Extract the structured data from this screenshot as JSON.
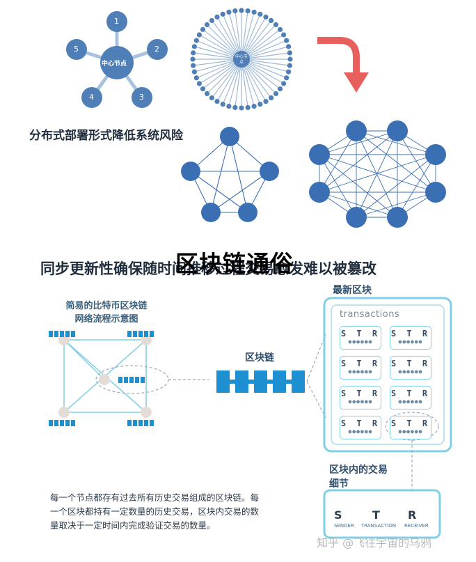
{
  "diagram": {
    "hub_center_label": "中心节点",
    "hub_numbers": [
      "1",
      "2",
      "3",
      "4",
      "5"
    ],
    "starburst_center_label": "中心节点",
    "caption_top": "分布式部署形式降低系统风险",
    "title": "区块链通俗",
    "subtitle": "同步更新性确保随时间推移过程交易愈发难以被篡改",
    "simple_network_title_line1": "简易的比特币区块链",
    "simple_network_title_line2": "网络流程示意图",
    "blockchain_label": "区块链",
    "newest_block_label": "最新区块",
    "transactions_label": "transactions",
    "card_letters": "S T R",
    "card_dots": "●●●●●●",
    "detail_label_line1": "区块内的交易",
    "detail_label_line2": "细节",
    "detail_letters": [
      "S",
      "T",
      "R"
    ],
    "detail_sublabels": [
      "SENDER",
      "TRANSACTION",
      "RECEIVER"
    ],
    "paragraph": "每一个节点都存有过去所有历史交易组成的区块链。每一个区块都持有一定数量的历史交易，区块内交易的数量取决于一定时间内完成验证交易的数量。",
    "watermark": "知乎 @飞往宇宙的乌鸦",
    "colors": {
      "node_blue": "#3a6fb3",
      "node_dark": "#2b5a96",
      "arrow_red": "#e8605c",
      "chain_blue": "#1e8fd0",
      "light_cyan": "#7fd0e6"
    }
  }
}
